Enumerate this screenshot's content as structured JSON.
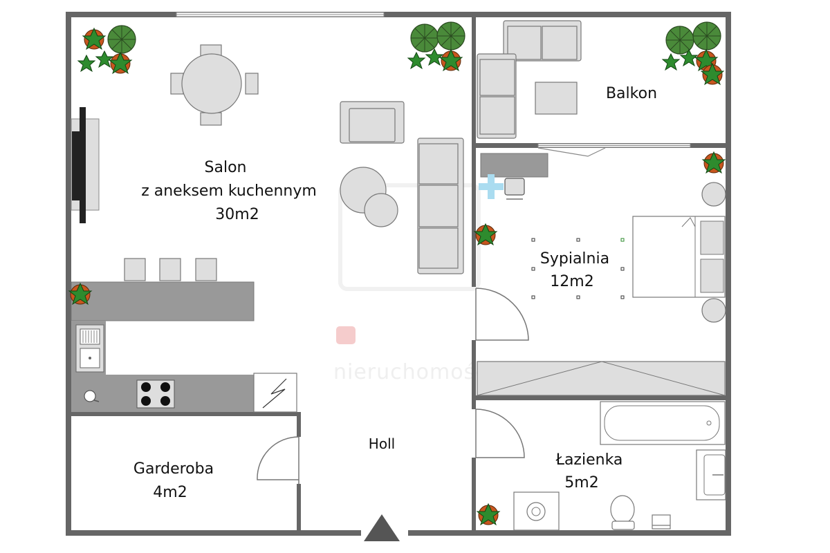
{
  "rooms": {
    "salon": {
      "name": "Salon",
      "subtitle": "z aneksem kuchennym",
      "area": "30m2"
    },
    "balkon": {
      "name": "Balkon"
    },
    "sypialnia": {
      "name": "Sypialnia",
      "area": "12m2"
    },
    "holl": {
      "name": "Holl"
    },
    "garderoba": {
      "name": "Garderoba",
      "area": "4m2"
    },
    "lazienka": {
      "name": "Łazienka",
      "area": "5m2"
    }
  },
  "watermark": {
    "text": "nieruchomości"
  },
  "colors": {
    "wall": "#666666",
    "furniture": "#dedede",
    "counter": "#999999",
    "plant_leaf": "#2e8b2e",
    "plant_pot": "#c8561f",
    "watermark_accent": "#f5c7c7"
  }
}
